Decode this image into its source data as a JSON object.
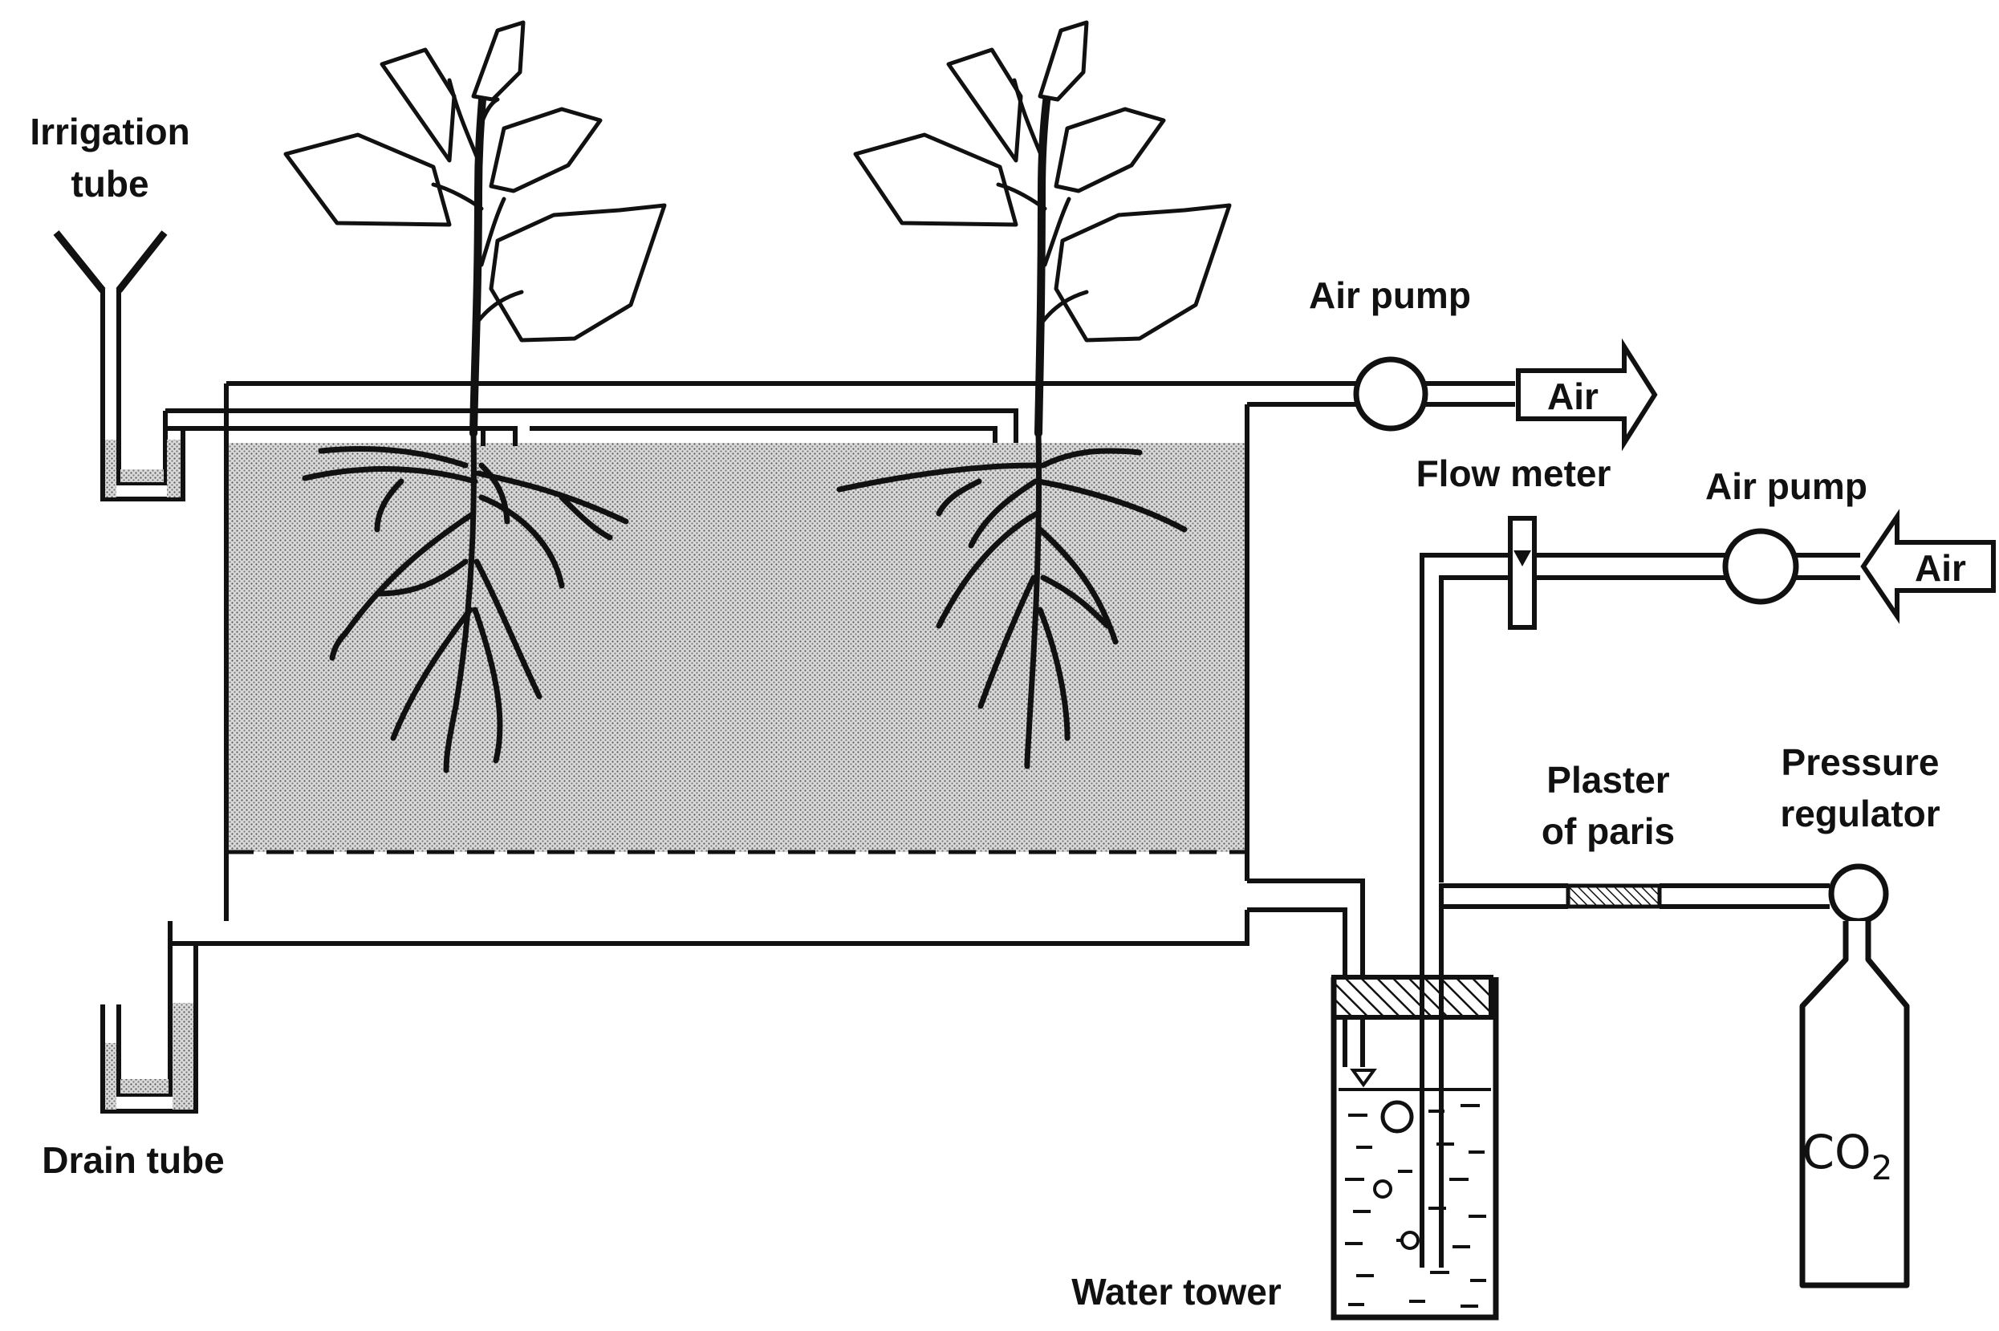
{
  "labels": {
    "irrigation_tube_line1": "Irrigation",
    "irrigation_tube_line2": "tube",
    "drain_tube": "Drain tube",
    "air_pump_top": "Air pump",
    "air_pump_mid": "Air pump",
    "flow_meter": "Flow meter",
    "plaster_line1": "Plaster",
    "plaster_line2": "of paris",
    "pressure_line1": "Pressure",
    "pressure_line2": "regulator",
    "water_tower": "Water tower",
    "air_out": "Air",
    "air_in": "Air",
    "co2_main": "CO",
    "co2_sub": "2"
  },
  "colors": {
    "ink": "#111111",
    "soil": "#cfcfcf",
    "water": "#ffffff",
    "hatch": "#111111"
  }
}
